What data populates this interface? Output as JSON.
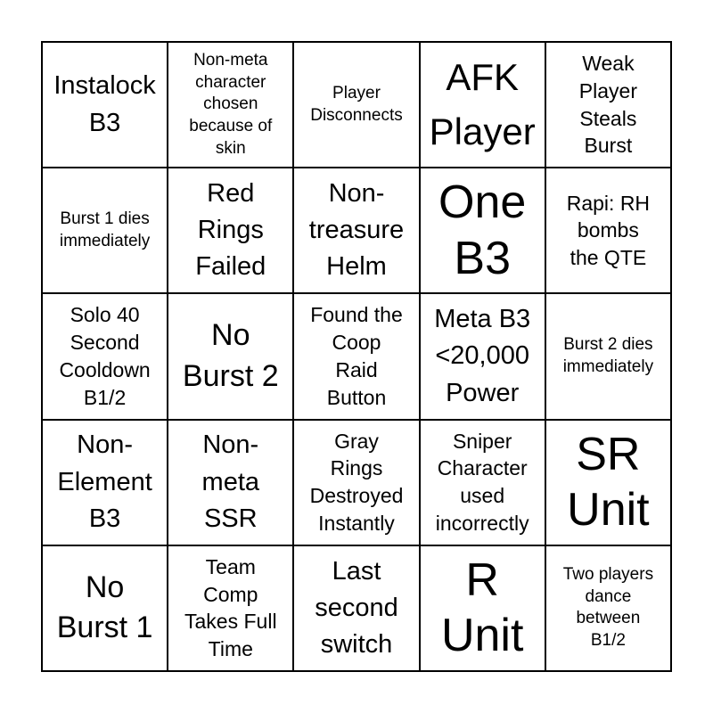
{
  "board": {
    "rows": [
      [
        {
          "text": "Instalock\nB3",
          "size": "s-lg"
        },
        {
          "text": "Non-meta\ncharacter\nchosen\nbecause of\nskin",
          "size": "s-xs"
        },
        {
          "text": "Player\nDisconnects",
          "size": "s-xs"
        },
        {
          "text": "AFK\nPlayer",
          "size": "s-xxl"
        },
        {
          "text": "Weak\nPlayer\nSteals\nBurst",
          "size": "s-md"
        }
      ],
      [
        {
          "text": "Burst 1 dies\nimmediately",
          "size": "s-xs"
        },
        {
          "text": "Red\nRings\nFailed",
          "size": "s-lg"
        },
        {
          "text": "Non-\ntreasure\nHelm",
          "size": "s-lg"
        },
        {
          "text": "One\nB3",
          "size": "s-huge"
        },
        {
          "text": "Rapi: RH\nbombs\nthe QTE",
          "size": "s-md"
        }
      ],
      [
        {
          "text": "Solo 40\nSecond\nCooldown\nB1/2",
          "size": "s-md"
        },
        {
          "text": "No\nBurst 2",
          "size": "s-xl"
        },
        {
          "text": "Found the\nCoop\nRaid\nButton",
          "size": "s-md"
        },
        {
          "text": "Meta B3\n<20,000\nPower",
          "size": "s-lg"
        },
        {
          "text": "Burst 2 dies\nimmediately",
          "size": "s-xs"
        }
      ],
      [
        {
          "text": "Non-\nElement\nB3",
          "size": "s-lg"
        },
        {
          "text": "Non-\nmeta\nSSR",
          "size": "s-lg"
        },
        {
          "text": "Gray\nRings\nDestroyed\nInstantly",
          "size": "s-md"
        },
        {
          "text": "Sniper\nCharacter\nused\nincorrectly",
          "size": "s-md"
        },
        {
          "text": "SR\nUnit",
          "size": "s-huge"
        }
      ],
      [
        {
          "text": "No\nBurst 1",
          "size": "s-xl"
        },
        {
          "text": "Team\nComp\nTakes Full\nTime",
          "size": "s-md"
        },
        {
          "text": "Last\nsecond\nswitch",
          "size": "s-lg"
        },
        {
          "text": "R\nUnit",
          "size": "s-huge"
        },
        {
          "text": "Two players\ndance\nbetween\nB1/2",
          "size": "s-xs"
        }
      ]
    ]
  },
  "colors": {
    "border": "#000000",
    "background": "#ffffff",
    "text": "#000000"
  }
}
